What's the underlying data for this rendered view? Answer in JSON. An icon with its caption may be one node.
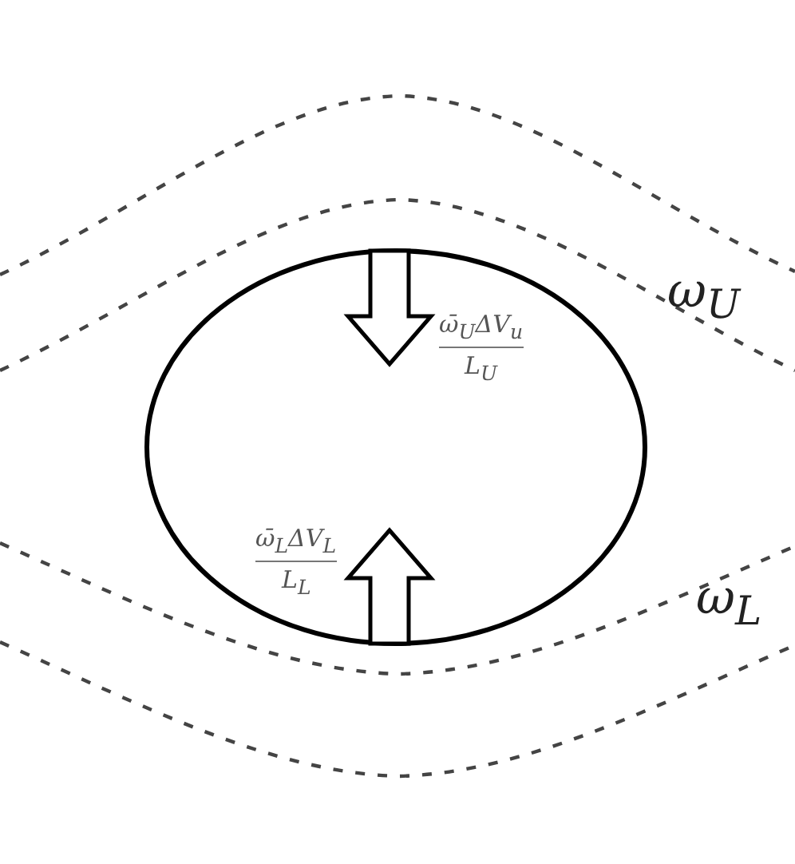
{
  "diagram": {
    "labels": [
      "ω$_{U}$",
      "ω̄$_{U}$ΔV$_{u}$",
      "L$_{U}$",
      "ω̄$_{L}$ΔV$_{L}$",
      "L$_{L}$",
      "ω$_{L}$"
    ]
  }
}
